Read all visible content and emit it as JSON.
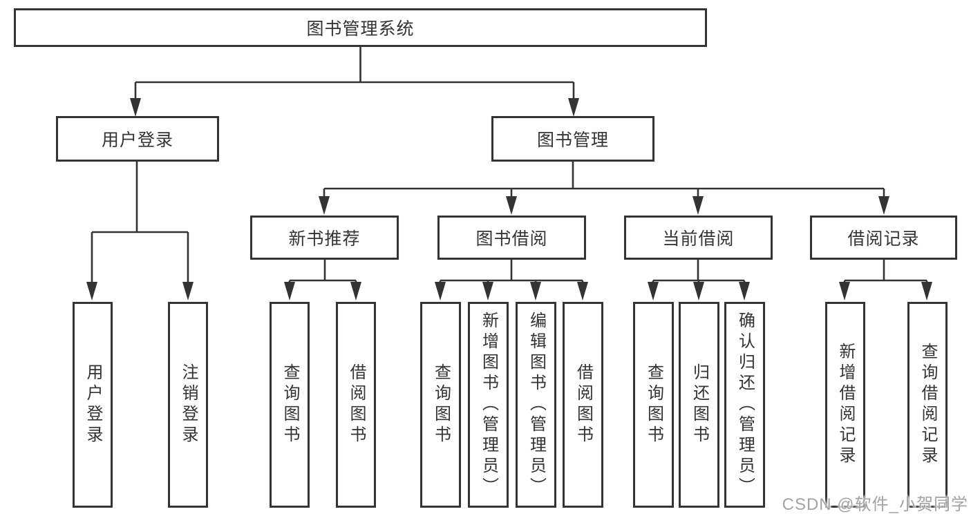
{
  "tree": {
    "root": {
      "label": "图书管理系统"
    },
    "children": [
      {
        "label": "用户登录",
        "children": [
          {
            "label": "用户登录"
          },
          {
            "label": "注销登录"
          }
        ]
      },
      {
        "label": "图书管理",
        "children": [
          {
            "label": "新书推荐",
            "children": [
              {
                "label": "查询图书"
              },
              {
                "label": "借阅图书"
              }
            ]
          },
          {
            "label": "图书借阅",
            "children": [
              {
                "label": "查询图书"
              },
              {
                "label": "新增图书（管理员）"
              },
              {
                "label": "编辑图书（管理员）"
              },
              {
                "label": "借阅图书"
              }
            ]
          },
          {
            "label": "当前借阅",
            "children": [
              {
                "label": "查询图书"
              },
              {
                "label": "归还图书"
              },
              {
                "label": "确认归还（管理员）"
              }
            ]
          },
          {
            "label": "借阅记录",
            "children": [
              {
                "label": "新增借阅记录"
              },
              {
                "label": "查询借阅记录"
              }
            ]
          }
        ]
      }
    ]
  },
  "watermark": {
    "text": "CSDN @软件_小贺同学"
  },
  "colors": {
    "line": "#333333",
    "box_border": "#333333",
    "text": "#333333",
    "background": "#ffffff",
    "watermark_text": "#a3a3a3"
  }
}
